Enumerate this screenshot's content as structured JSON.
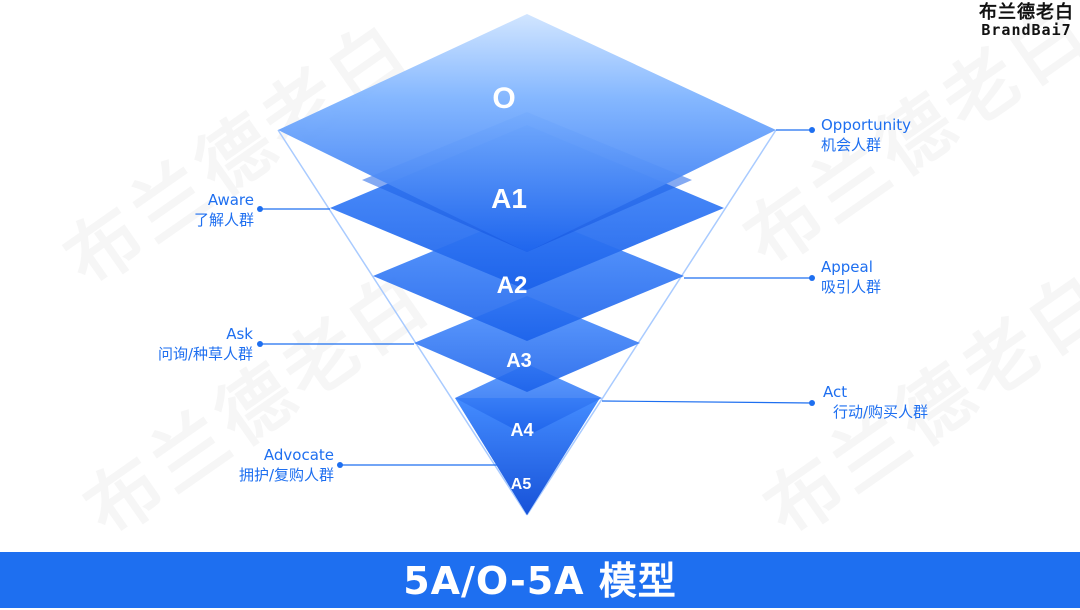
{
  "logo": {
    "cn": "布兰德老白",
    "en": "BrandBai7"
  },
  "watermark_text": "布兰德老白",
  "footer_title": "5A/O-5A 模型",
  "layers": [
    {
      "id": "O",
      "label": "O"
    },
    {
      "id": "A1",
      "label": "A1"
    },
    {
      "id": "A2",
      "label": "A2"
    },
    {
      "id": "A3",
      "label": "A3"
    },
    {
      "id": "A4",
      "label": "A4"
    },
    {
      "id": "A5",
      "label": "A5"
    }
  ],
  "annotations": [
    {
      "side": "right",
      "en": "Opportunity",
      "cn": "机会人群"
    },
    {
      "side": "left",
      "en": "Aware",
      "cn": "了解人群"
    },
    {
      "side": "right",
      "en": "Appeal",
      "cn": "吸引人群"
    },
    {
      "side": "left",
      "en": "Ask",
      "cn": "问询/种草人群"
    },
    {
      "side": "right",
      "en": "Act",
      "cn": "行动/购买人群"
    },
    {
      "side": "left",
      "en": "Advocate",
      "cn": "拥护/复购人群"
    }
  ],
  "colors": {
    "primary": "#1e6ff0",
    "footer": "#1e6ff0",
    "diamond_light": "#9ec8ff",
    "diamond_dark": "#1459e6"
  }
}
